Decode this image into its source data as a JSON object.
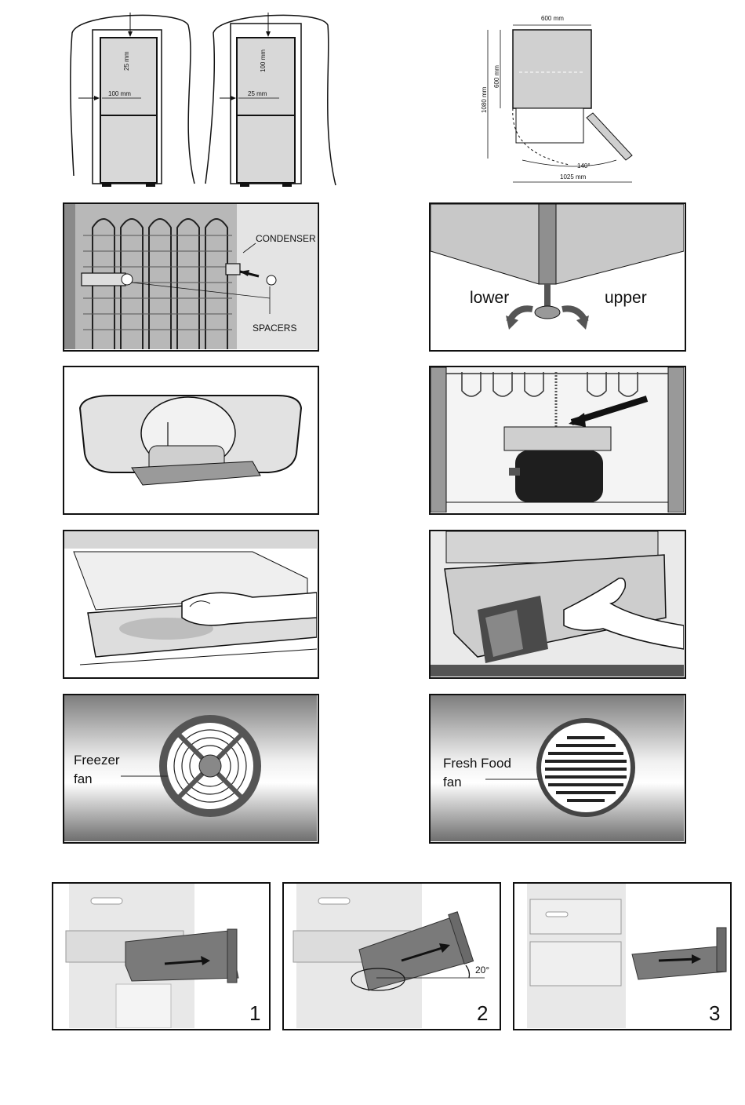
{
  "clearance": {
    "left_top": "25 mm",
    "left_side": "100 mm",
    "right_top": "100 mm",
    "right_side": "25 mm"
  },
  "dimensions": {
    "width": "600 mm",
    "depth": "600 mm",
    "depth_open": "1080 mm",
    "angle": "140°",
    "width_open": "1025 mm"
  },
  "condenser": {
    "condenser_label": "CONDENSER",
    "spacers_label": "SPACERS"
  },
  "feet": {
    "lower_label": "lower",
    "upper_label": "upper"
  },
  "fans": {
    "freezer_line1": "Freezer",
    "freezer_line2": "fan",
    "fresh_line1": "Fresh Food",
    "fresh_line2": "fan"
  },
  "drawer_steps": {
    "step1": "1",
    "step2": "2",
    "step3": "3",
    "angle": "20°"
  }
}
